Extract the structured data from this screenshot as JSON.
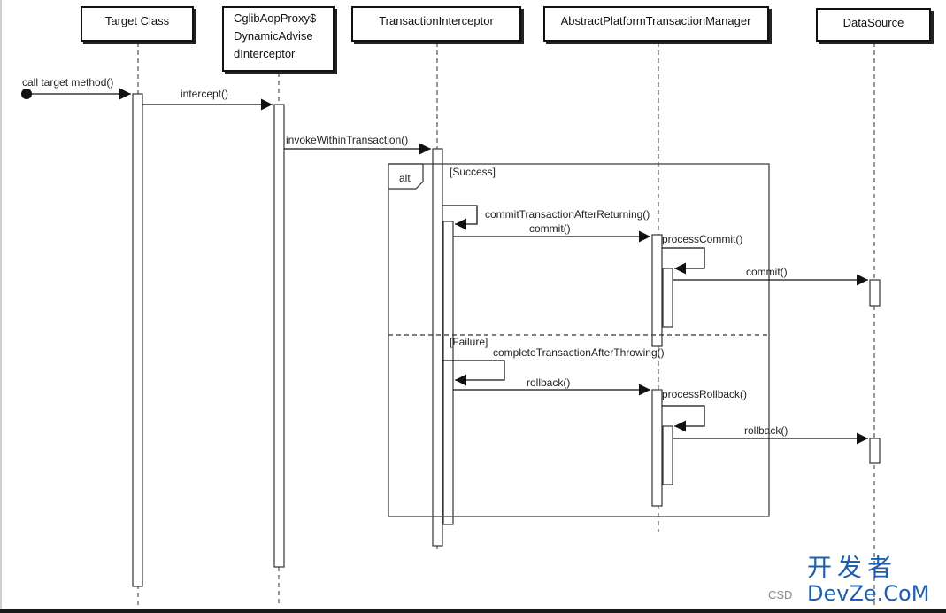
{
  "participants": {
    "target": "Target Class",
    "proxy": [
      "CglibAopProxy$",
      "DynamicAdvise",
      "dInterceptor"
    ],
    "interceptor": "TransactionInterceptor",
    "manager": "AbstractPlatformTransactionManager",
    "datasource": "DataSource"
  },
  "messages": {
    "call": "call target method()",
    "intercept": "intercept()",
    "invoke": "invokeWithinTransaction()",
    "commit_after": "commitTransactionAfterReturning()",
    "commit1": "commit()",
    "process_commit": "processCommit()",
    "commit2": "commit()",
    "complete_after": "completeTransactionAfterThrowing()",
    "rollback1": "rollback()",
    "process_rollback": "processRollback()",
    "rollback2": "rollback()"
  },
  "fragment": {
    "operator": "alt",
    "guard_success": "[Success]",
    "guard_failure": "[Failure]"
  },
  "watermark": {
    "cn": "开发者",
    "csdn": "CSD",
    "en": "DevZe.CoM"
  }
}
